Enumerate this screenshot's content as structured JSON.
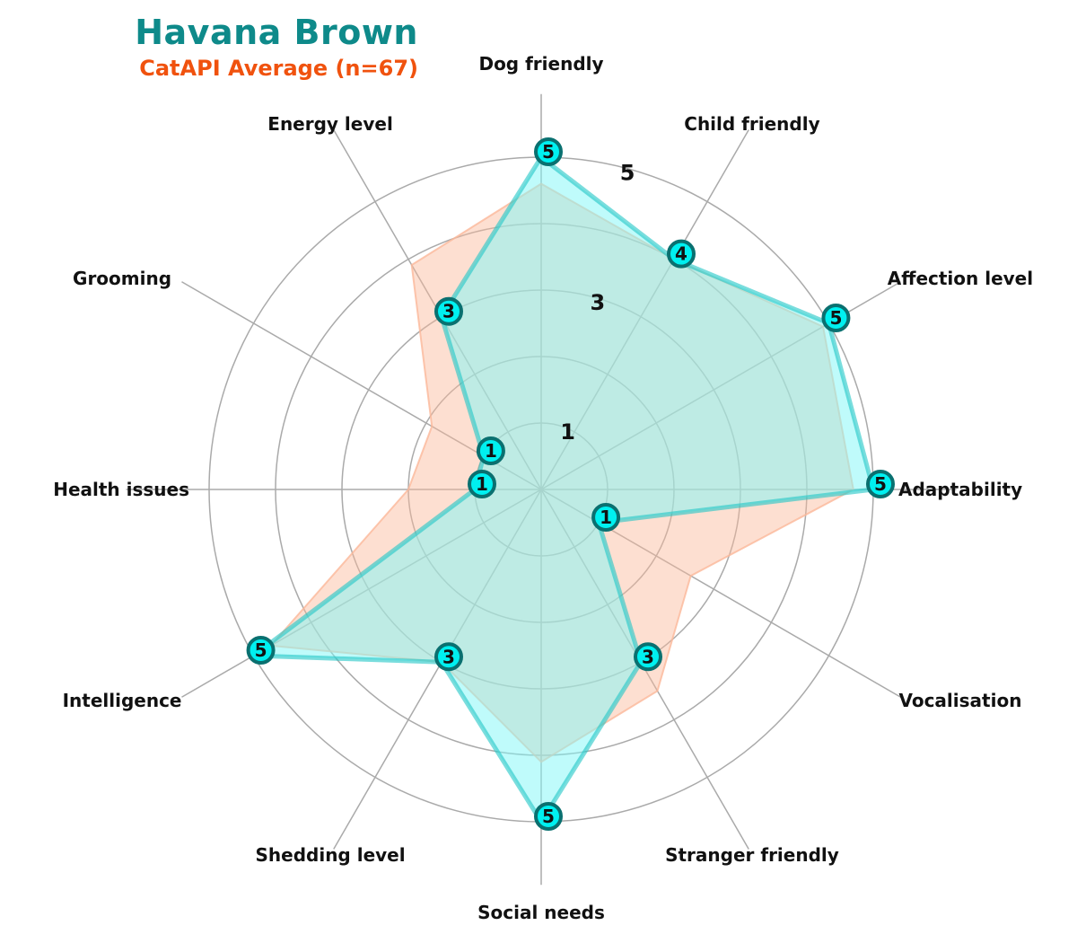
{
  "title": "Havana Brown",
  "subtitle": "CatAPI Average (n=67)",
  "colors": {
    "title": "#0e8a8a",
    "subtitle": "#f0520e",
    "breed_fill": "#7ff7f7",
    "breed_stroke": "#22c7c7",
    "breed_marker": "#00f0f0",
    "breed_marker_edge": "#0a7070",
    "avg_fill": "#fbb89a",
    "grid": "#aaaaaa"
  },
  "chart_data": {
    "type": "radar",
    "categories": [
      "Adaptability",
      "Affection level",
      "Child friendly",
      "Dog friendly",
      "Energy level",
      "Grooming",
      "Health issues",
      "Intelligence",
      "Shedding level",
      "Social needs",
      "Stranger friendly",
      "Vocalisation"
    ],
    "rlim": [
      0,
      5
    ],
    "rticks": [
      1,
      3,
      5
    ],
    "grid": true,
    "series": [
      {
        "name": "Havana Brown",
        "values": [
          5,
          5,
          4,
          5,
          3,
          1,
          1,
          5,
          3,
          5,
          3,
          1
        ]
      },
      {
        "name": "CatAPI Average (n=67)",
        "values": [
          4.7,
          4.9,
          4.0,
          4.6,
          3.9,
          1.9,
          2.0,
          4.7,
          3.0,
          4.1,
          3.5,
          2.6
        ]
      }
    ]
  }
}
